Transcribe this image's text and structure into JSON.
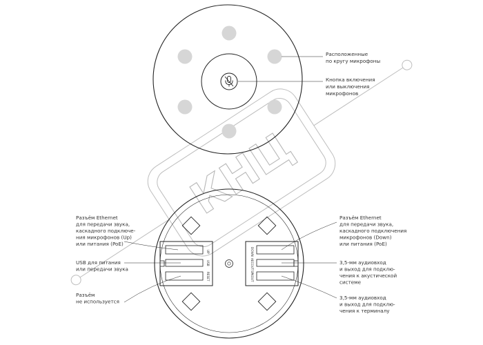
{
  "watermark": {
    "text": "КНЦ"
  },
  "top_view": {
    "callouts": {
      "mics": {
        "lines": [
          "Расположенные",
          "по кругу микрофоны"
        ]
      },
      "mute_button": {
        "lines": [
          "Кнопка включения",
          "или выключения",
          "микрофонов"
        ]
      }
    }
  },
  "bottom_view": {
    "port_labels": {
      "left_up": "UP",
      "left_usb": "USB",
      "left_reset": "RESET",
      "right_down": "DOWN",
      "right_aecout": "AECOUT",
      "right_spkout": "SPKOUT"
    },
    "callouts": {
      "ethernet_up": {
        "lines": [
          "Разъём Ethernet",
          "для передачи звука,",
          "каскадного подключе-",
          "ния микрофонов (Up)",
          "или питания (PoE)"
        ]
      },
      "usb": {
        "lines": [
          "USB для питания",
          "или передачи звука"
        ]
      },
      "unused": {
        "lines": [
          "Разъём",
          "не используется"
        ]
      },
      "ethernet_down": {
        "lines": [
          "Разъём Ethernet",
          "для передачи звука,",
          "каскадного подключения",
          "микрофонов (Down)",
          "или питания (PoE)"
        ]
      },
      "aux_speaker": {
        "lines": [
          "3,5-мм аудиовход",
          "и выход для подклю-",
          "чения к акустической",
          "системе"
        ]
      },
      "aux_terminal": {
        "lines": [
          "3,5-мм аудиовход",
          "и выход для подклю-",
          "чения к терминалу"
        ]
      }
    }
  }
}
